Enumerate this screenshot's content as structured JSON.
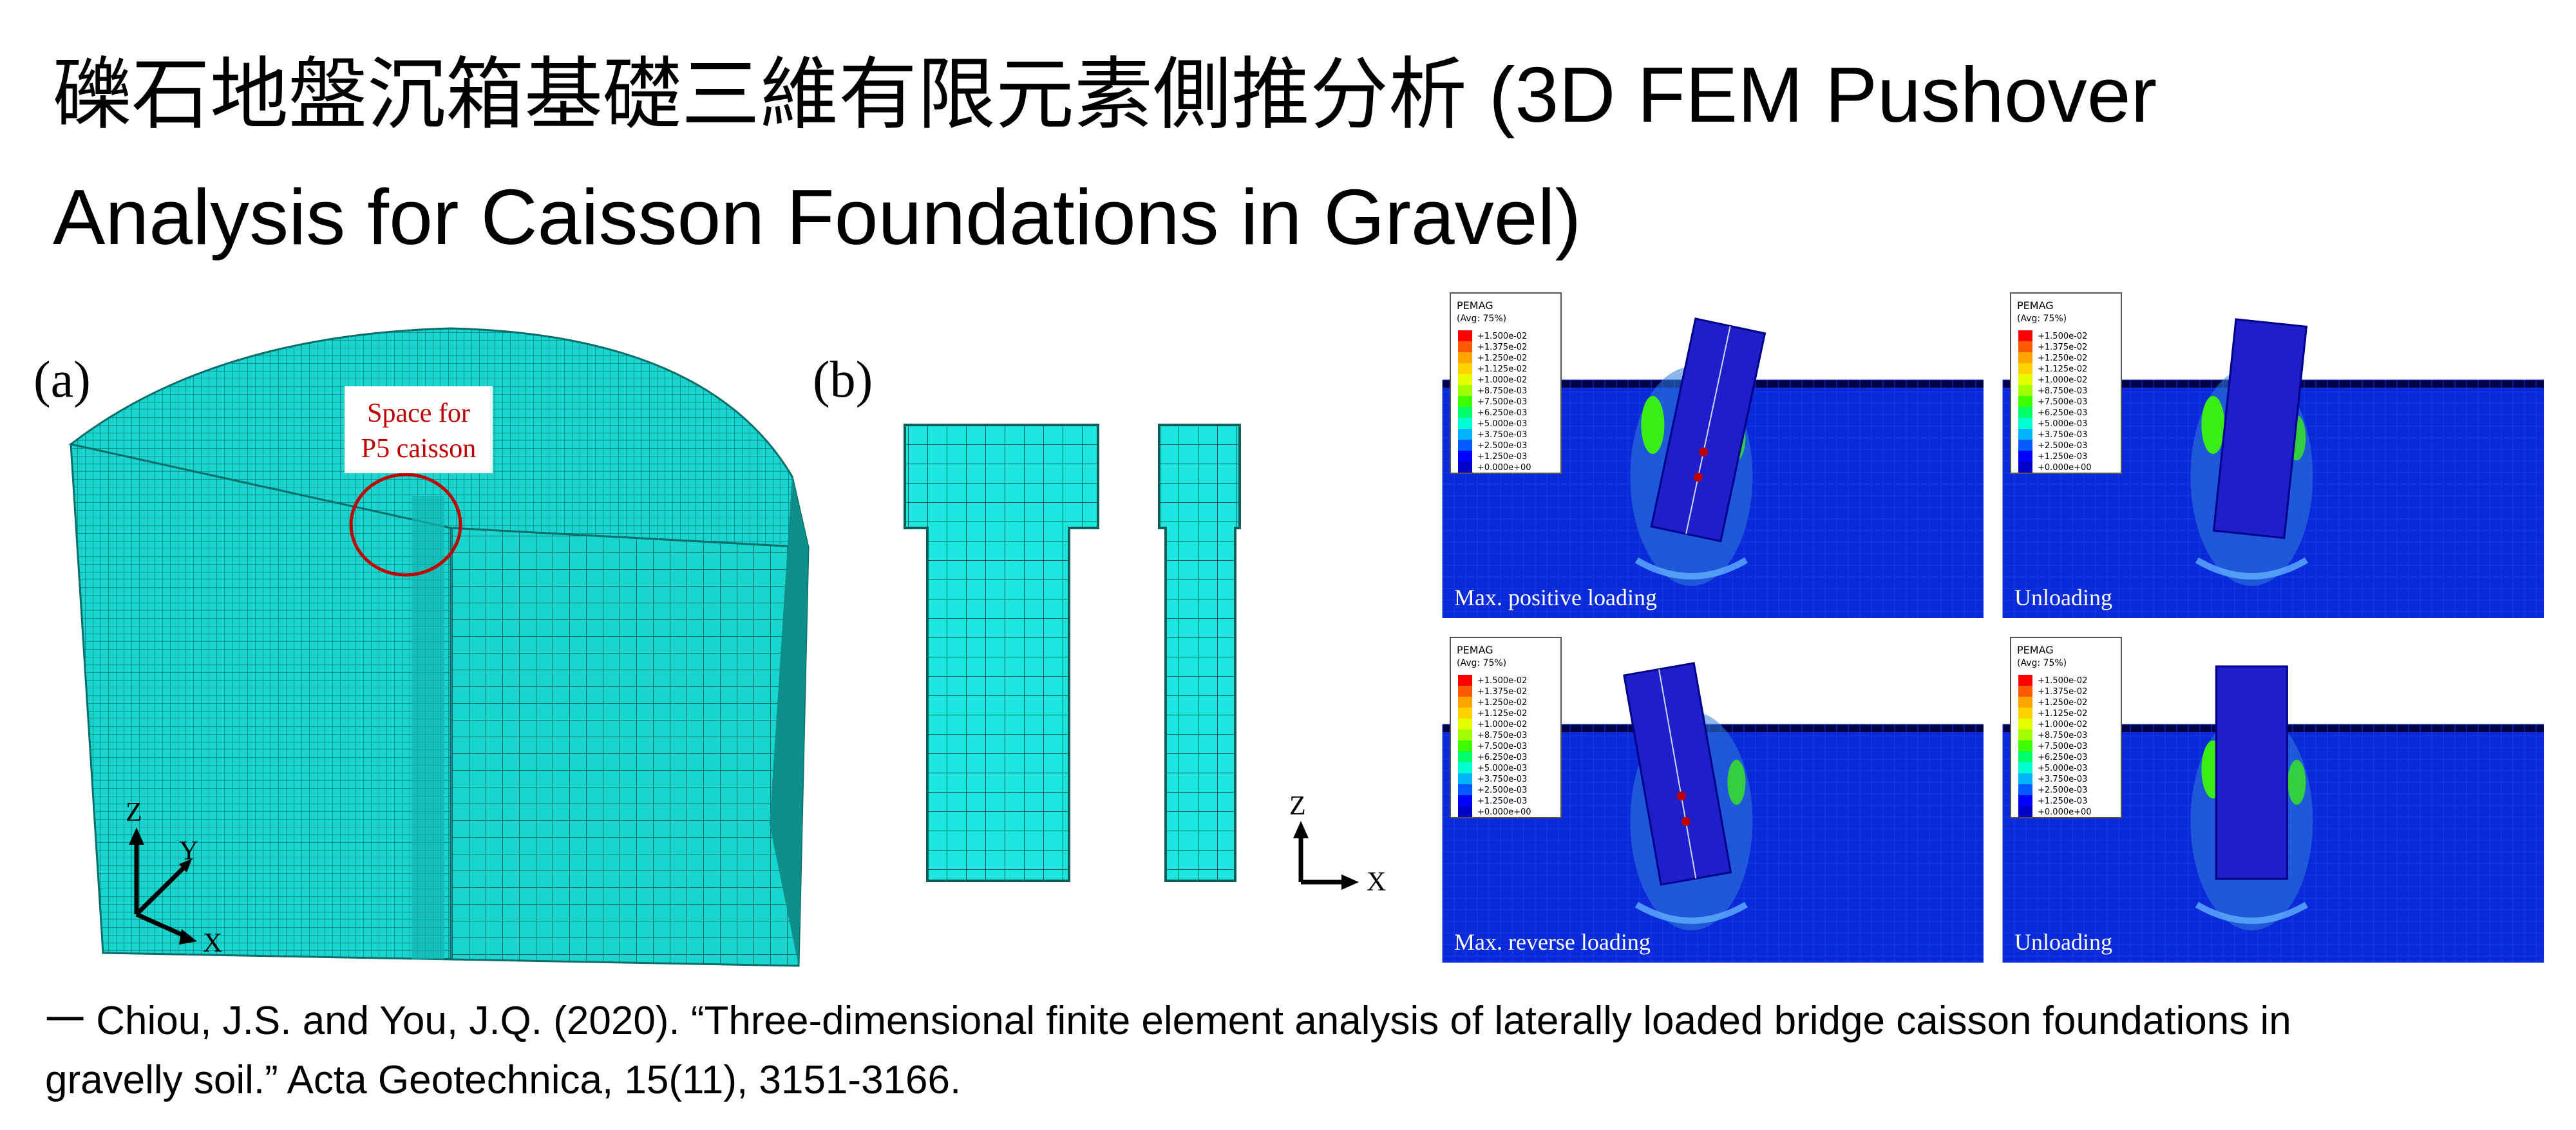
{
  "slide": {
    "title_line1": "礫石地盤沉箱基礎三維有限元素側推分析 (3D FEM Pushover",
    "title_line2": "Analysis for Caisson Foundations in Gravel)",
    "citation_line1": "一 Chiou, J.S. and You, J.Q. (2020). “Three-dimensional finite element analysis of laterally loaded bridge caisson foundations in",
    "citation_line2": "gravelly soil.” Acta Geotechnica, 15(11), 3151-3166."
  },
  "figure_a": {
    "label": "(a)",
    "annotation_line1": "Space for",
    "annotation_line2": "P5 caisson",
    "axis_z": "Z",
    "axis_y": "Y",
    "axis_x": "X"
  },
  "figure_b": {
    "label": "(b)",
    "axis_z": "Z",
    "axis_x": "X"
  },
  "contours": {
    "legend_title": "PEMAG",
    "legend_subtitle": "(Avg: 75%)",
    "legend_values": [
      "+1.500e-02",
      "+1.375e-02",
      "+1.250e-02",
      "+1.125e-02",
      "+1.000e-02",
      "+8.750e-03",
      "+7.500e-03",
      "+6.250e-03",
      "+5.000e-03",
      "+3.750e-03",
      "+2.500e-03",
      "+1.250e-03",
      "+0.000e+00"
    ],
    "legend_colors": [
      "#ff0000",
      "#ff5a00",
      "#ffa500",
      "#ffd200",
      "#e6ff00",
      "#a0ff00",
      "#3cff00",
      "#00ff66",
      "#00ffd2",
      "#00b4ff",
      "#005aff",
      "#0000ff",
      "#0000c8"
    ],
    "panels": [
      {
        "caption": "Max. positive loading"
      },
      {
        "caption": "Unloading"
      },
      {
        "caption": "Max. reverse loading"
      },
      {
        "caption": "Unloading"
      }
    ],
    "colors": {
      "soil": "#0a2ad8",
      "caisson": "#1f1fc9",
      "accent": "#c00000",
      "mesh": "#00e0d8"
    }
  }
}
